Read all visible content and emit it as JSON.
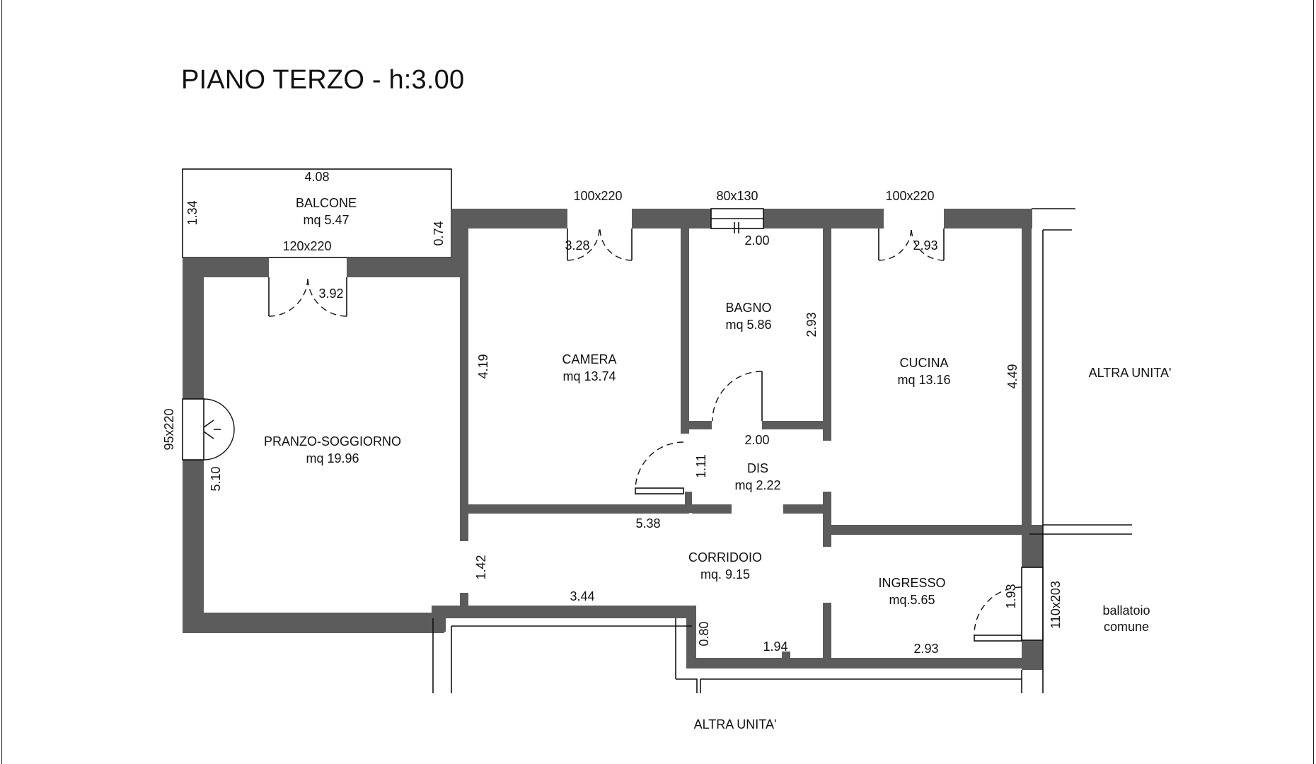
{
  "title": "PIANO TERZO - h:3.00",
  "rooms": {
    "balcone": {
      "name": "BALCONE",
      "area": "mq 5.47"
    },
    "soggiorno": {
      "name": "PRANZO-SOGGIORNO",
      "area": "mq 19.96"
    },
    "camera": {
      "name": "CAMERA",
      "area": "mq 13.74"
    },
    "bagno": {
      "name": "BAGNO",
      "area": "mq 5.86"
    },
    "cucina": {
      "name": "CUCINA",
      "area": "mq 13.16"
    },
    "dis": {
      "name": "DIS",
      "area": "mq  2.22"
    },
    "corridoio": {
      "name": "CORRIDOIO",
      "area": "mq. 9.15"
    },
    "ingresso": {
      "name": "INGRESSO",
      "area": "mq.5.65"
    }
  },
  "neighbors": {
    "right": "ALTRA UNITA'",
    "bottom": "ALTRA UNITA'",
    "ballatoio_1": "ballatoio",
    "ballatoio_2": "comune"
  },
  "openings": {
    "balcone_door": "120x220",
    "camera_window": "100x220",
    "bagno_window": "80x130",
    "cucina_window": "100x220",
    "west_door": "95x220",
    "entry_door": "110x203"
  },
  "dimensions": {
    "balcone_width": "4.08",
    "balcone_depth": "1.34",
    "balcone_side": "0.74",
    "soggiorno_width": "3.92",
    "soggiorno_depth": "5.10",
    "camera_width": "3.28",
    "camera_depth": "4.19",
    "camera_bottom": "5.38",
    "bagno_width": "2.00",
    "bagno_depth": "2.93",
    "dis_width": "2.00",
    "dis_depth": "1.11",
    "cucina_width": "2.93",
    "cucina_depth": "4.49",
    "corridoio_depth": "1.42",
    "corridoio_width": "3.44",
    "niche_depth": "0.80",
    "niche_width": "1.94",
    "ingresso_width": "2.93",
    "ingresso_depth": "1.93"
  }
}
